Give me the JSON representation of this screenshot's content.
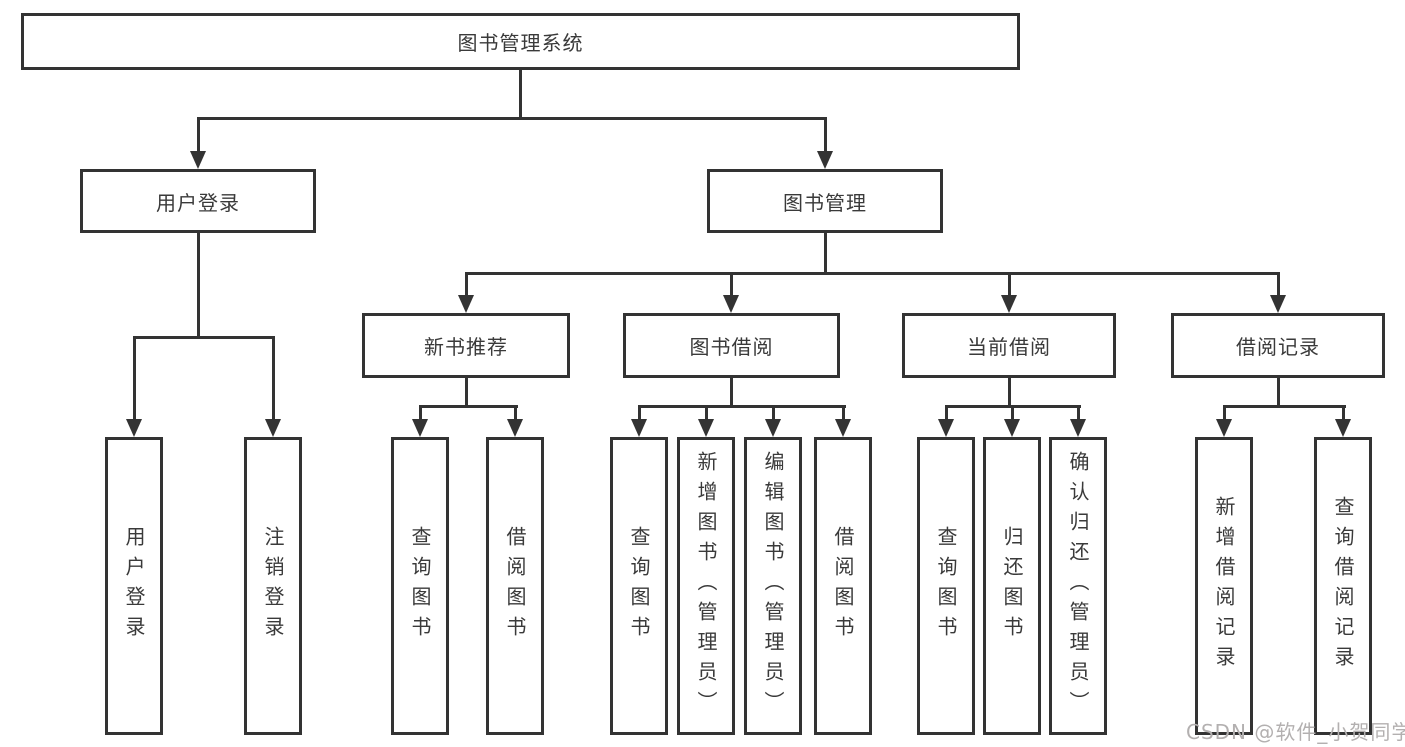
{
  "diagram": {
    "title": "图书管理系统",
    "watermark": "CSDN @软件_小贺同学",
    "level2": {
      "user_login": "用户登录",
      "book_mgmt": "图书管理"
    },
    "level3": {
      "new_books": "新书推荐",
      "borrow": "图书借阅",
      "current": "当前借阅",
      "records": "借阅记录"
    },
    "leaves": {
      "login": "用户登录",
      "logout": "注销登录",
      "nb_query": "查询图书",
      "nb_borrow": "借阅图书",
      "bb_query": "查询图书",
      "bb_add": "新增图书（管理员）",
      "bb_edit": "编辑图书（管理员）",
      "bb_borrow": "借阅图书",
      "cb_query": "查询图书",
      "cb_return": "归还图书",
      "cb_confirm": "确认归还（管理员）",
      "br_add": "新增借阅记录",
      "br_query": "查询借阅记录"
    },
    "colors": {
      "line": "#333333",
      "text": "#3a3a3a",
      "watermark": "#b3b0b0"
    }
  }
}
